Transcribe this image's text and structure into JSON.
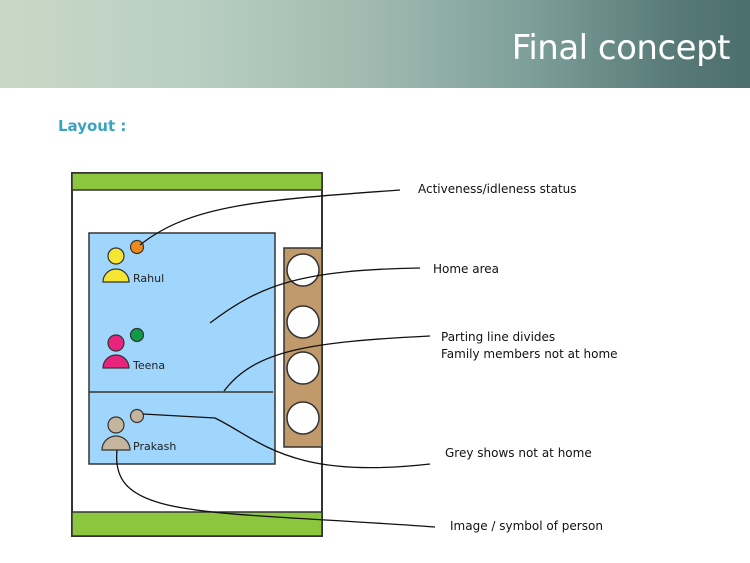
{
  "slide": {
    "title": "Final concept",
    "subtitle": "Layout :"
  },
  "diagram": {
    "people": [
      {
        "name": "Rahul",
        "color": "#f5e634",
        "status_color": "#f08a1c",
        "at_home": true
      },
      {
        "name": "Teena",
        "color": "#e8247e",
        "status_color": "#11994a",
        "at_home": true
      },
      {
        "name": "Prakash",
        "color": "#c4b59c",
        "status_color": "#c4b59c",
        "at_home": false
      }
    ],
    "callouts": {
      "status": "Activeness/idleness status",
      "home_area": "Home area",
      "parting_line_1": "Parting line divides",
      "parting_line_2": "Family members not at home",
      "grey": "Grey shows not at home",
      "image": "Image / symbol of person"
    },
    "colors": {
      "frame_green": "#8cc63f",
      "home_blue": "#a0d6fb",
      "side_brown": "#c19a6b"
    }
  }
}
